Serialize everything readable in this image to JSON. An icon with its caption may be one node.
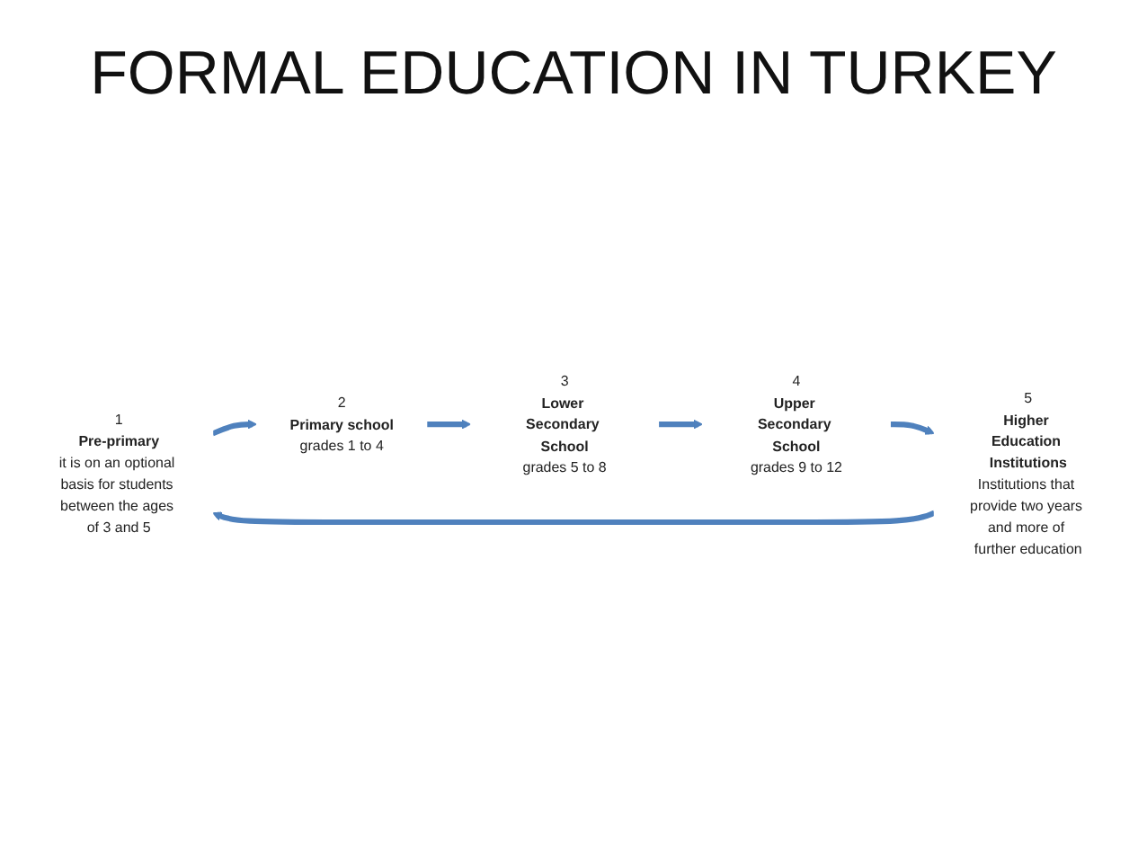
{
  "diagram": {
    "title": "FORMAL EDUCATION IN TURKEY",
    "nodes": [
      {
        "text": [
          "1",
          "Pre-primary",
          "it is on an optional basis for students between the ages of 3 and 5"
        ]
      },
      {
        "text": [
          "2",
          "Primary school",
          "grades 1 to 4"
        ]
      },
      {
        "text": [
          "3",
          "Lower Secondary School",
          "grades 5 to 8"
        ]
      },
      {
        "text": [
          "4",
          "Upper Secondary School",
          "grades 9 to 12"
        ]
      },
      {
        "text": [
          "5",
          "Higher Education Institutions",
          "Institutions that provide two years and more of further education"
        ]
      }
    ],
    "edges": [
      {
        "from": 0,
        "to": 1,
        "arrow": "to"
      },
      {
        "from": 1,
        "to": 2,
        "arrow": "to"
      },
      {
        "from": 2,
        "to": 3,
        "arrow": "to"
      },
      {
        "from": 3,
        "to": 4,
        "arrow": "to"
      },
      {
        "from": 4,
        "to": 0,
        "arrow": "to"
      }
    ]
  }
}
